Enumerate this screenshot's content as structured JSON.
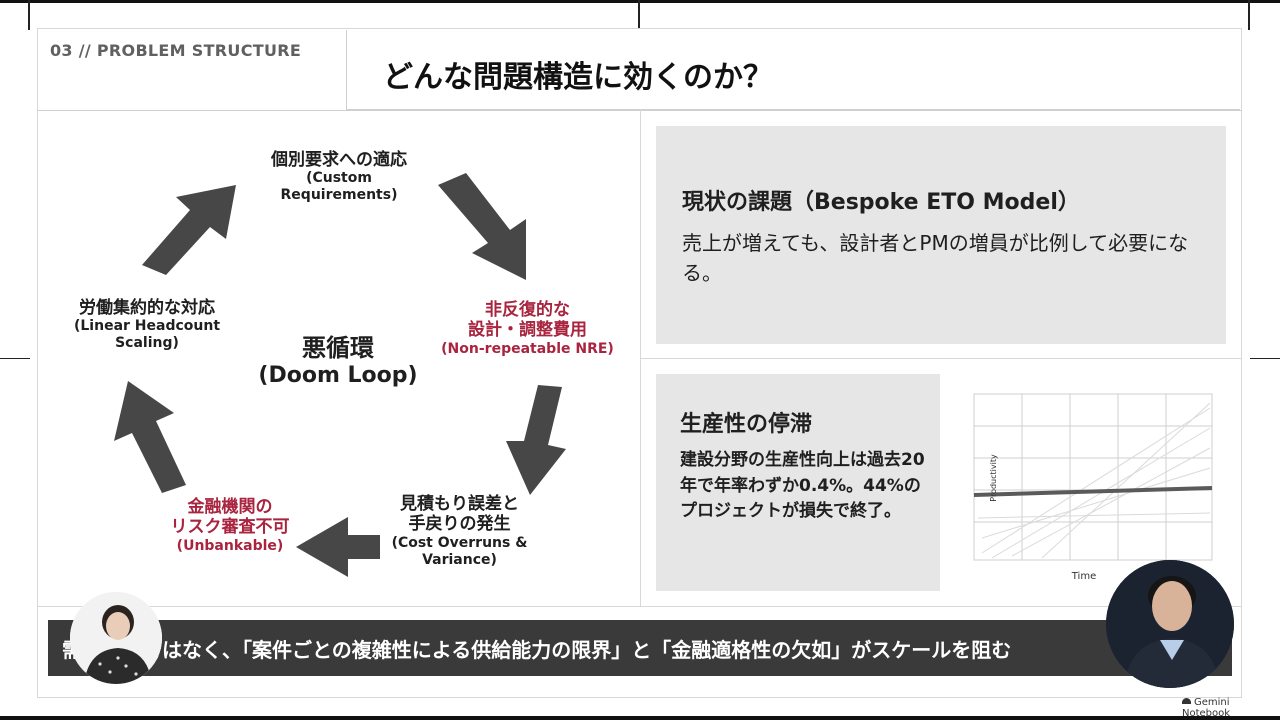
{
  "section_label": "03 // PROBLEM STRUCTURE",
  "title": "どんな問題構造に効くのか？",
  "loop": {
    "center_jp": "悪循環",
    "center_en": "(Doom Loop)",
    "node_top_jp": "個別要求への適応",
    "node_top_en1": "(Custom",
    "node_top_en2": "Requirements)",
    "node_right_jp1": "非反復的な",
    "node_right_jp2": "設計・調整費用",
    "node_right_en": "(Non-repeatable NRE)",
    "node_bottom_right_jp1": "見積もり誤差と",
    "node_bottom_right_jp2": "手戻りの発生",
    "node_bottom_right_en1": "(Cost Overruns &",
    "node_bottom_right_en2": "Variance)",
    "node_bottom_left_jp1": "金融機関の",
    "node_bottom_left_jp2": "リスク審査不可",
    "node_bottom_left_en": "(Unbankable)",
    "node_left_jp": "労働集約的な対応",
    "node_left_en1": "(Linear Headcount",
    "node_left_en2": "Scaling)",
    "accent_color": "#a8243f",
    "arrow_color": "#474747"
  },
  "card_current": {
    "title": "現状の課題（Bespoke ETO Model）",
    "body": "売上が増えても、設計者とPMの増員が比例して必要になる。"
  },
  "card_productivity": {
    "title": "生産性の停滞",
    "body": "建設分野の生産性向上は過去20年で年率わずか0.4%。44%のプロジェクトが損失で終了。"
  },
  "mini_chart": {
    "x_label": "Time",
    "y_label": "Productivity"
  },
  "caption": "需要不足ではなく、「案件ごとの複雑性による供給能力の限界」と「金融適格性の欠如」がスケールを阻む",
  "brand": "Gemini Notebook"
}
